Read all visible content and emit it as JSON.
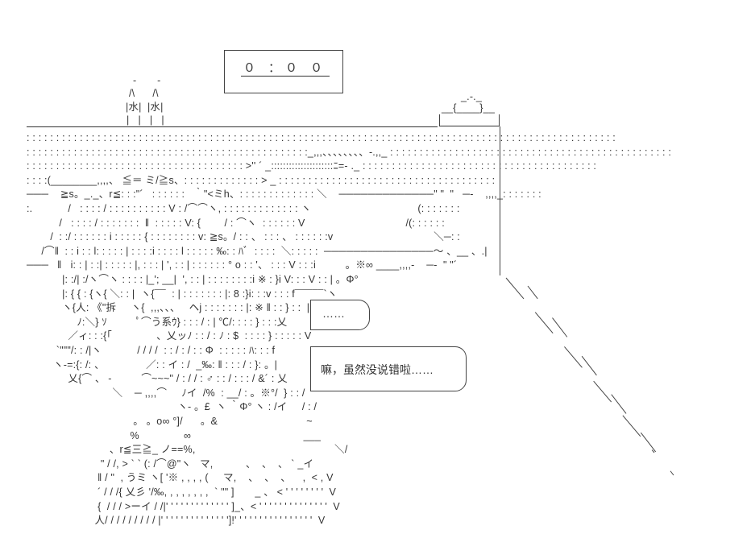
{
  "clock": {
    "time": "０ ：０ ０"
  },
  "bottles": {
    "top": "‐       ‐",
    "neck": "/\\      /\\",
    "label": "|水|  |水|"
  },
  "cake": {
    "top": "_.-._",
    "body": "__{____}__"
  },
  "bubbles": {
    "small": "……",
    "speech": "嘛，虽然没说错啦……"
  },
  "art": {
    "lines": [
      ": : : : : : : : : : : : : : : : : : : : : : : : : : : : : : : : : : : : : : : : : : : : : : : : : : : : : : : : : : : : : : : : : : : : : : : : : : : : : : : : : : : : : : : : : : : : : : : : : : : :",
      ": : : : : : : : : : : : : : : : : : : : : : : : : : : : : : : : : : : : : : : : : : : : : : : :_,,,、、、、、、、、-.,,_ : : : : : : : : : : : : : : : : : : : : : : : : : : : : : : : : : : : : : : : : : : : : : : : :",
      ": : : : : : : : : : : : : : : : : : : : : : : : : : : : : : : : : : : : : >'' ´ _:::::::::::::::::::::ﾆ=- ._ : : : : : : : : : : : : : : : : : : : : : : : : : : : : : : : : : : : : : : : :",
      ": : : :(________,,,,、 ≦＝ ミ/≧s、: : : : : : : : : : : : : > _ : : : : : : : : : : : : : : : : : : : : : : : : : : : : : : : : : : : : :",
      "───    ≧s。_._、r≦: : :\"´   : : : : : :   ｀\"<ミh、: : : : : : : : : : : : : ＼    ─────────────\" \"  \"   ─-    ,,,,_: : : : : : :",
      ":.            /   : : : : / : : : : : : : : : : V : /⌒⌒ヽ, : : : : : : : : : : : : : ヽ                                    (: : : : : : :",
      "           /   : : : : / : : : : : : :  ‖  : : : : : V: {        / : ⌒ヽ  : : : : : : V                                  /(: : : : : :",
      "        /  : :/ : : : : : : i : : : : : { : : : : : : : : v: ≧s。/ : : 、 : : : 、 : : : : : :v                                  ＼─: :",
      "     /⌒‖  : : i : : l: : : : : | : : : :i : : : : l : : : : : ‰: : ﾊﾞ  : : : :  ＼: : : : :  ───────────────～ 、__ 、.|",
      "───   ‖   i: : | : :| : : : : : |, : : : | ', : : | : : : : : : ° o : : '、 : : : V : : :i          。※∞ ____,,,,-    ─-  \" \"´",
      "            |: :/| :/ヽ⌒ヽ : : : : |_'; __|  ', : : | : : : : : : : :i ※ : }i V: : : V : : | 。Φ°",
      "            |: { { : {ヽ{ ＼: : |  ヽ{¯¯  : | : : : : : : : |: 8 :}i: : :v : : : f¯¯¯¯¯`ヽ",
      "            ヽ{人: 《\"拆     ヽ{  ,,,、、、   ヘj : : : : : : : |: ※ ‖ : : } : :  |",
      "                 ﾉ:＼} ｿ          ﾟ⌒う系ｳ} : : : / : | ℃/: : : : } : : :乂",
      "              ／ィ: : :{｢               、乂ッﾉ : : / : ﾉ : $  : : : : } : : : : : V",
      "          `\"\"\"/: : /|ヽ            / / / /  : : / : / : : Φ  : : : : : ﾊ: : : f",
      "         ヽ-=:{: /: 、              ／: : イ : /  _‰: ‖ : : : / : }: 。|",
      "              乂{⌒ 、 -          ⌒~~~\" / : / / : ♂ : : / : : : / &´ : 乂",
      "                             ＼    ─ ,,,,⌒     ﾉイ  /%  : __/ : 。※°/  } : : /",
      "                                                   ヽ- 。£  ヽ ｀Φ° ヽ : /イ     / : /",
      "                                    。 。o∞ °]/      。&                              ~",
      "                                   %               ∞                                      ___",
      "                            、r≦三≧_ ノ==%,                                               ＼/",
      "                         \" / /, > ` ` (: /⌒@\"ヽ   マ,           、  、  、 ` _イ",
      "                        ‖ / \"  , うミ ヽ[ '※ , , , , (     マ,    、  、  、    ,  < , V",
      "                        ´ / / /{ 乂彡 '/‰, , , , , , , ,  ` \"\" ]       _ 、 < ' ' ' ' ' ' ' '  V",
      "                        {  / / / >ーイ / /|' ' ' ' ' ' ' ' ' ' ' ' ' ]_、< ' ' ' ' ' ' ' ' ' ' ' ' ' '  V",
      "                       人/ / / / / / / / / |' ' ' ' ' ' ' ' ' ' ' ' ' ']!' ' ' ' ' ' ' ' ' ' ' ' ' ' ' '  V"
    ]
  }
}
